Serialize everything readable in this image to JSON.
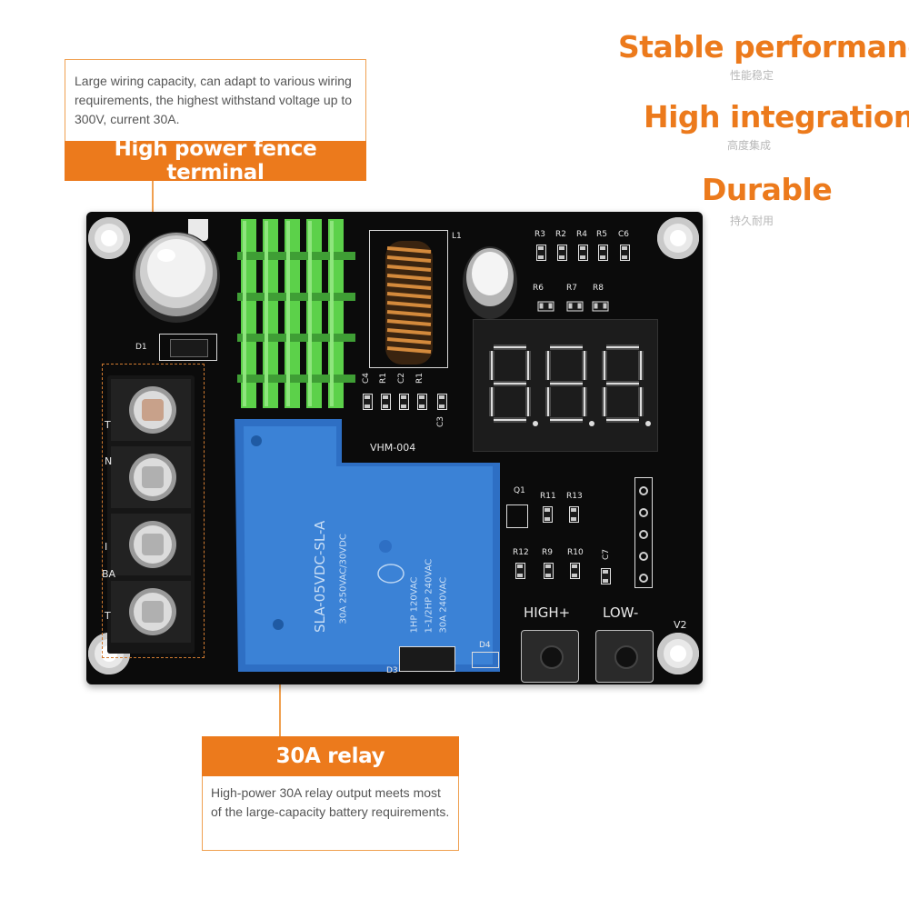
{
  "features": [
    {
      "title": "Stable performance",
      "subtitle": "性能稳定"
    },
    {
      "title": "High integration",
      "subtitle": "高度集成"
    },
    {
      "title": "Durable",
      "subtitle": "持久耐用"
    }
  ],
  "callout_terminal": {
    "description": "Large wiring capacity, can adapt to various wiring requirements, the highest withstand voltage up to 300V, current 30A.",
    "label": "High power fence terminal"
  },
  "callout_relay": {
    "label": "30A relay",
    "description": "High-power 30A relay output meets most of the large-capacity battery requirements."
  },
  "board": {
    "model": "VHM-004",
    "display_digits": "888",
    "button_high": "HIGH+",
    "button_low": "LOW-",
    "label_v2": "V2",
    "relay_model": "SLA-05VDC-SL-A",
    "relay_specs": [
      "30A 250VAC/30VDC",
      "1HP 120VAC",
      "1-1/2HP 240VAC",
      "30A 240VAC"
    ],
    "terminal_labels": [
      "T",
      "N",
      "I",
      "BA",
      "T"
    ],
    "components": {
      "r3": "R3",
      "r2": "R2",
      "r4": "R4",
      "r5": "R5",
      "c6": "C6",
      "r6": "R6",
      "r7": "R7",
      "r8": "R8",
      "l1": "L1",
      "c4": "C4",
      "r1": "R1",
      "c2": "C2",
      "r1b": "R1",
      "c3": "C3",
      "d1": "D1",
      "d3": "D3",
      "d4": "D4",
      "q1": "Q1",
      "r11": "R11",
      "r13": "R13",
      "r12": "R12",
      "r9": "R9",
      "r10": "R10",
      "c7": "C7"
    }
  }
}
